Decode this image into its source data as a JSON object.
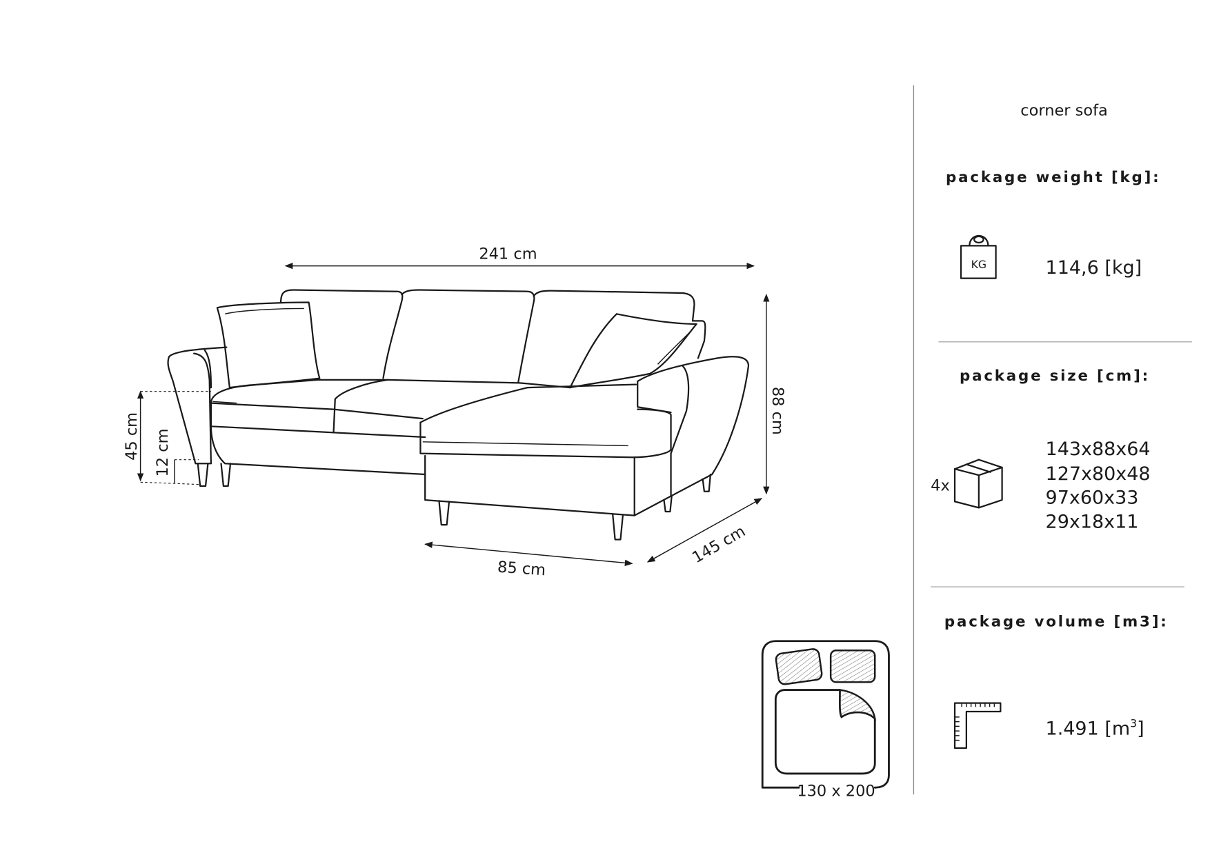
{
  "product": {
    "type_label": "corner sofa"
  },
  "dimensions": {
    "width": "241 cm",
    "height": "88 cm",
    "depth": "145 cm",
    "chaise_width": "85 cm",
    "seat_height": "45 cm",
    "leg_height": "12 cm",
    "bed_size": "130 x 200"
  },
  "weight": {
    "heading": "package weight [kg]:",
    "icon_text": "KG",
    "value": "114,6 [kg]"
  },
  "size": {
    "heading": "package size [cm]:",
    "count": "4x",
    "packages": [
      "143x88x64",
      "127x80x48",
      "97x60x33",
      "29x18x11"
    ]
  },
  "volume": {
    "heading": "package volume [m3]:",
    "value": "1.491 [m",
    "unit_sup": "3",
    "value_end": "]"
  }
}
